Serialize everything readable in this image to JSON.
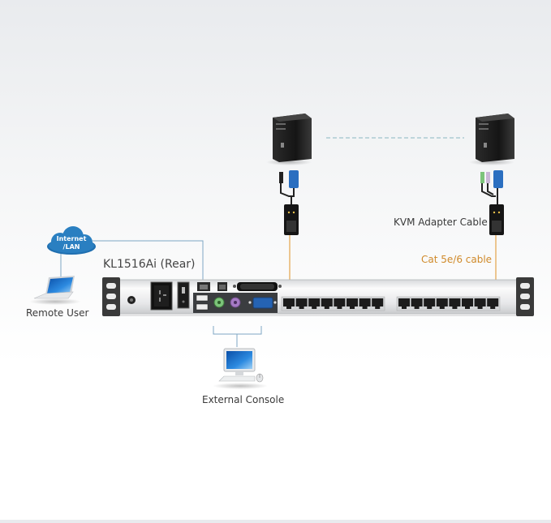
{
  "diagram": {
    "device": {
      "model_label": "KL1516Ai (Rear)",
      "port_groups": [
        {
          "name": "kvm-ports-1-8",
          "count": 8
        },
        {
          "name": "kvm-ports-9-16",
          "count": 8
        }
      ]
    },
    "network": {
      "cloud_label_line1": "Internet",
      "cloud_label_line2": "/LAN",
      "remote_user_label": "Remote User"
    },
    "console": {
      "label": "External Console"
    },
    "servers": {
      "count_shown": 2,
      "adapter_label": "KVM Adapter Cable",
      "cable_label": "Cat 5e/6 cable"
    },
    "colors": {
      "network_line": "#7ea6c4",
      "cat_cable": "#e3a34a",
      "cat_label": "#d08a2a",
      "cloud": "#2a7fc1",
      "rack_ear": "#3a3a3a",
      "port_black": "#1c1c1c"
    }
  }
}
